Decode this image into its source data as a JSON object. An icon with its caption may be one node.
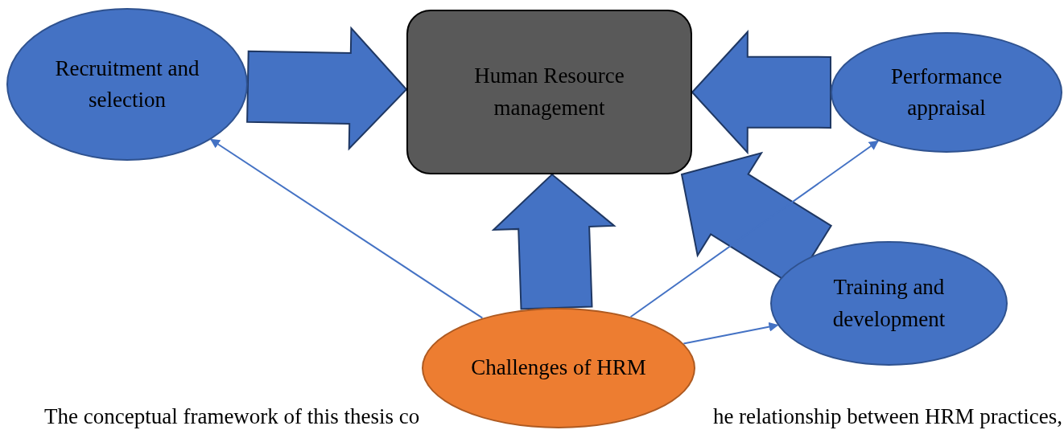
{
  "diagram": {
    "nodes": [
      {
        "text": [
          "Human Resource management"
        ]
      },
      {
        "text": [
          "Recruitment and selection"
        ]
      },
      {
        "text": [
          "Performance appraisal"
        ]
      },
      {
        "text": [
          "Training and development"
        ]
      },
      {
        "text": [
          "Challenges of HRM"
        ]
      }
    ],
    "edges": [
      {
        "from": 1,
        "to": 0,
        "arrow": "to",
        "style": "thick"
      },
      {
        "from": 2,
        "to": 0,
        "arrow": "to",
        "style": "thick"
      },
      {
        "from": 4,
        "to": 0,
        "arrow": "to",
        "style": "thick"
      },
      {
        "from": 3,
        "to": 0,
        "arrow": "to",
        "style": "thick"
      },
      {
        "from": 4,
        "to": 1,
        "arrow": "to"
      },
      {
        "from": 4,
        "to": 2,
        "arrow": "to"
      },
      {
        "from": 4,
        "to": 3,
        "arrow": "to"
      }
    ],
    "labels": [
      "The conceptual framework of this thesis co",
      "he relationship between HRM practices,"
    ]
  }
}
